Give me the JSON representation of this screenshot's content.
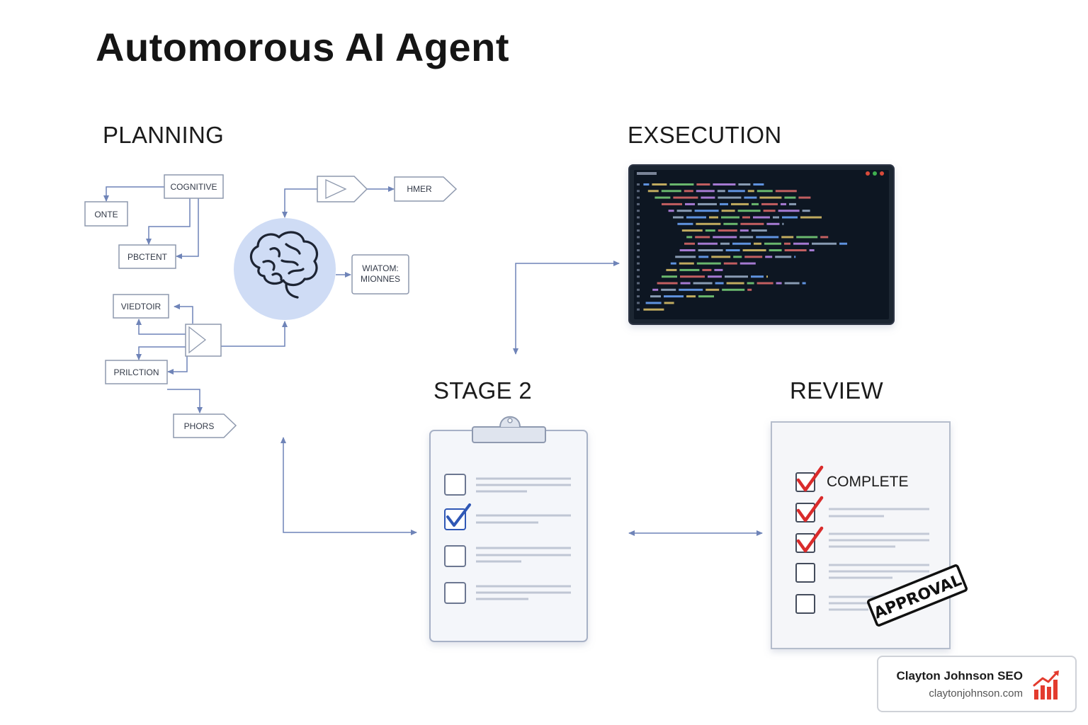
{
  "title": "Automorous AI Agent",
  "sections": {
    "planning": "PLANNING",
    "execution": "EXSECUTION",
    "stage2": "STAGE 2",
    "review": "REVIEW"
  },
  "planning_nodes": {
    "cognitive": "COGNITIVE",
    "onte": "ONTE",
    "pbctent": "PBCTENT",
    "vedtoir": "VIEDTOIR",
    "prilction": "PRILCTION",
    "phors": "PHORS",
    "hmer": "HMER",
    "wiatom_line1": "WIATOM:",
    "wiatom_line2": "MIONNES"
  },
  "review": {
    "complete_label": "COMPLETE",
    "stamp": "APPROVAL"
  },
  "badge": {
    "name": "Clayton Johnson SEO",
    "url": "claytonjohnson.com"
  },
  "colors": {
    "connector": "#6f84b8",
    "node_border": "#8e99ae",
    "brain_circle": "#cfdcf5",
    "screen_bg": "#0f1622",
    "check_blue": "#2f57b5",
    "check_red": "#d92b2b",
    "badge_red": "#e33b2e"
  },
  "icons": {
    "brain": "brain-icon",
    "clipboard": "clipboard-icon",
    "code_screen": "code-screen-icon",
    "growth_chart": "bar-chart-growth-icon"
  }
}
